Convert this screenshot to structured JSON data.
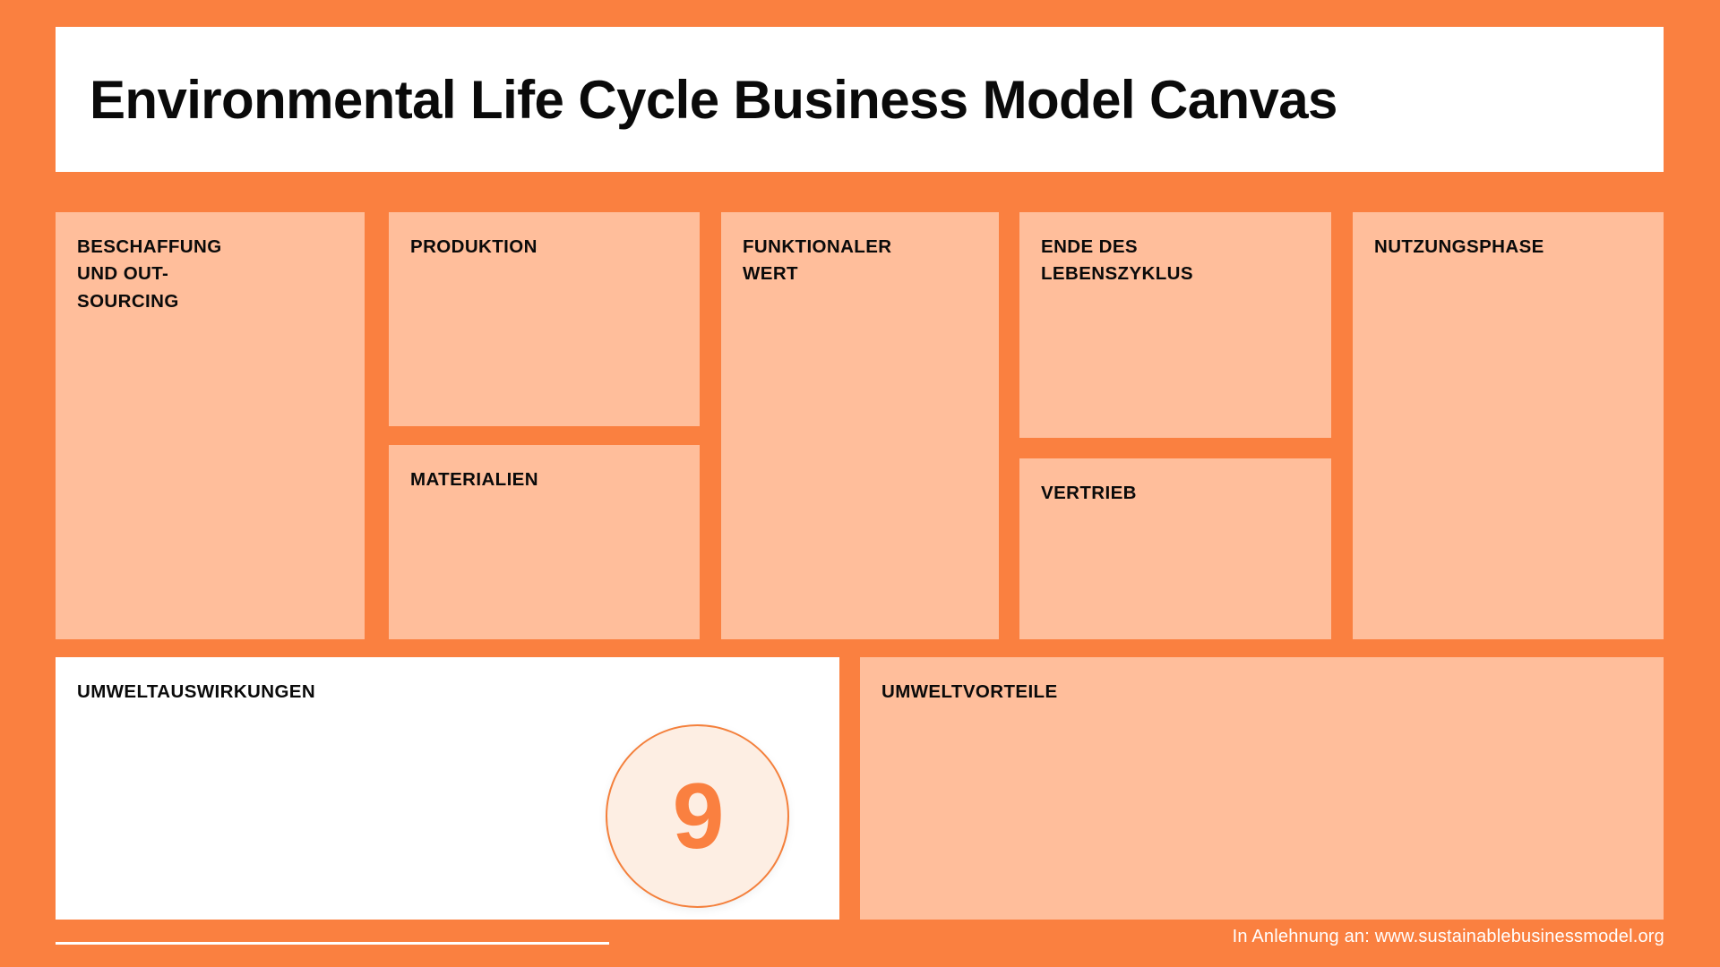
{
  "header": {
    "title": "Environmental Life Cycle Business Model Canvas"
  },
  "theme": {
    "background_orange": "#FA8040",
    "card_peach": "#FFBE9B",
    "card_white": "#FFFFFF",
    "text_black": "#0A0A0A",
    "badge_fill": "#FDEEE3",
    "badge_stroke": "#F4803C",
    "badge_text": "#FA8040",
    "footer_text": "#FFFFFF"
  },
  "blocks": {
    "beschaffung": {
      "label": "BESCHAFFUNG\nUND OUT-\nSOURCING"
    },
    "produktion": {
      "label": "PRODUKTION"
    },
    "materialien": {
      "label": "MATERIALIEN"
    },
    "funktionaler_wert": {
      "label": "FUNKTIONALER\nWERT"
    },
    "ende_lebenszyklus": {
      "label": "ENDE DES\nLEBENSZYKLUS"
    },
    "vertrieb": {
      "label": "VERTRIEB"
    },
    "nutzungsphase": {
      "label": "NUTZUNGSPHASE"
    },
    "umweltauswirkungen": {
      "label": "UMWELTAUSWIRKUNGEN"
    },
    "umweltvorteile": {
      "label": "UMWELTVORTEILE"
    }
  },
  "badge": {
    "value": "9"
  },
  "footer": {
    "credit": "In Anlehnung an: www.sustainablebusinessmodel.org"
  }
}
